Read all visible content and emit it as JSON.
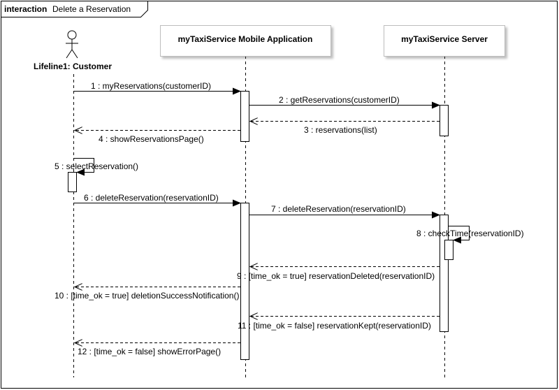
{
  "frame": {
    "keyword": "interaction",
    "name": "Delete a Reservation"
  },
  "lifelines": [
    {
      "id": "customer",
      "label": "Lifeline1: Customer",
      "kind": "actor"
    },
    {
      "id": "app",
      "label": "myTaxiService Mobile Application",
      "kind": "box"
    },
    {
      "id": "server",
      "label": "myTaxiService Server",
      "kind": "box"
    }
  ],
  "messages": [
    {
      "label": "1 : myReservations(customerID)",
      "from": "customer",
      "to": "app",
      "style": "sync"
    },
    {
      "label": "2 : getReservations(customerID)",
      "from": "app",
      "to": "server",
      "style": "sync"
    },
    {
      "label": "3 : reservations(list)",
      "from": "server",
      "to": "app",
      "style": "return"
    },
    {
      "label": "4 : showReservationsPage()",
      "from": "app",
      "to": "customer",
      "style": "return"
    },
    {
      "label": "5 : selectReservation()",
      "from": "customer",
      "to": "customer",
      "style": "self"
    },
    {
      "label": "6 : deleteReservation(reservationID)",
      "from": "customer",
      "to": "app",
      "style": "sync"
    },
    {
      "label": "7 : deleteReservation(reservationID)",
      "from": "app",
      "to": "server",
      "style": "sync"
    },
    {
      "label": "8 : checkTime(reservationID)",
      "from": "server",
      "to": "server",
      "style": "self"
    },
    {
      "label": "9 : [time_ok = true] reservationDeleted(reservationID)",
      "from": "server",
      "to": "app",
      "style": "return"
    },
    {
      "label": "10 : [time_ok = true] deletionSuccessNotification()",
      "from": "app",
      "to": "customer",
      "style": "return"
    },
    {
      "label": "11 : [time_ok = false] reservationKept(reservationID)",
      "from": "server",
      "to": "app",
      "style": "return"
    },
    {
      "label": "12 : [time_ok = false] showErrorPage()",
      "from": "app",
      "to": "customer",
      "style": "return"
    }
  ]
}
